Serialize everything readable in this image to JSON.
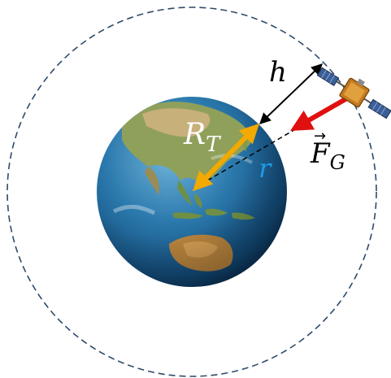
{
  "labels": {
    "altitude": "h",
    "earth_radius": "R",
    "earth_radius_subscript": "T",
    "orbital_radius": "r",
    "force": "F",
    "force_subscript": "G",
    "force_vector_mark": "→"
  },
  "colors": {
    "orbit": "#2e4a6b",
    "earth_radius_arrow": "#f2a900",
    "force_arrow": "#e01010",
    "altitude_arrow": "#000000",
    "orbital_radius_label": "#1e9be8",
    "earth_radius_label": "#ffffff"
  },
  "icons": {
    "earth": "earth-globe",
    "satellite": "satellite"
  }
}
